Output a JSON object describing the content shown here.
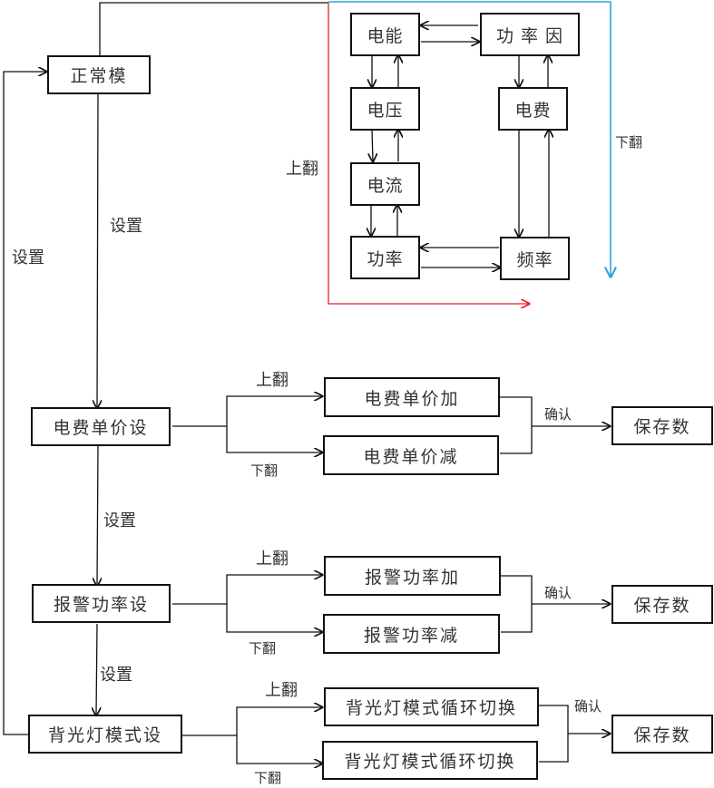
{
  "colors": {
    "line": "#111111",
    "red_path": "#e0202a",
    "blue_path": "#2aa6e0"
  },
  "nodes": {
    "normal_mode": "正常模",
    "display_cycle": {
      "energy": "电能",
      "power_factor": "功 率 因",
      "voltage": "电压",
      "electricity_fee": "电费",
      "current": "电流",
      "power": "功率",
      "frequency": "频率"
    },
    "price_setting": "电费单价设",
    "price_inc": "电费单价加",
    "price_dec": "电费单价减",
    "alarm_setting": "报警功率设",
    "alarm_inc": "报警功率加",
    "alarm_dec": "报警功率减",
    "backlight_setting": "背光灯模式设",
    "backlight_cycle_up": "背光灯模式循环切换",
    "backlight_cycle_down": "背光灯模式循环切换",
    "save_1": "保存数",
    "save_2": "保存数",
    "save_3": "保存数"
  },
  "labels": {
    "page_up": "上翻",
    "page_down": "下翻",
    "set": "设置",
    "confirm": "确认"
  }
}
